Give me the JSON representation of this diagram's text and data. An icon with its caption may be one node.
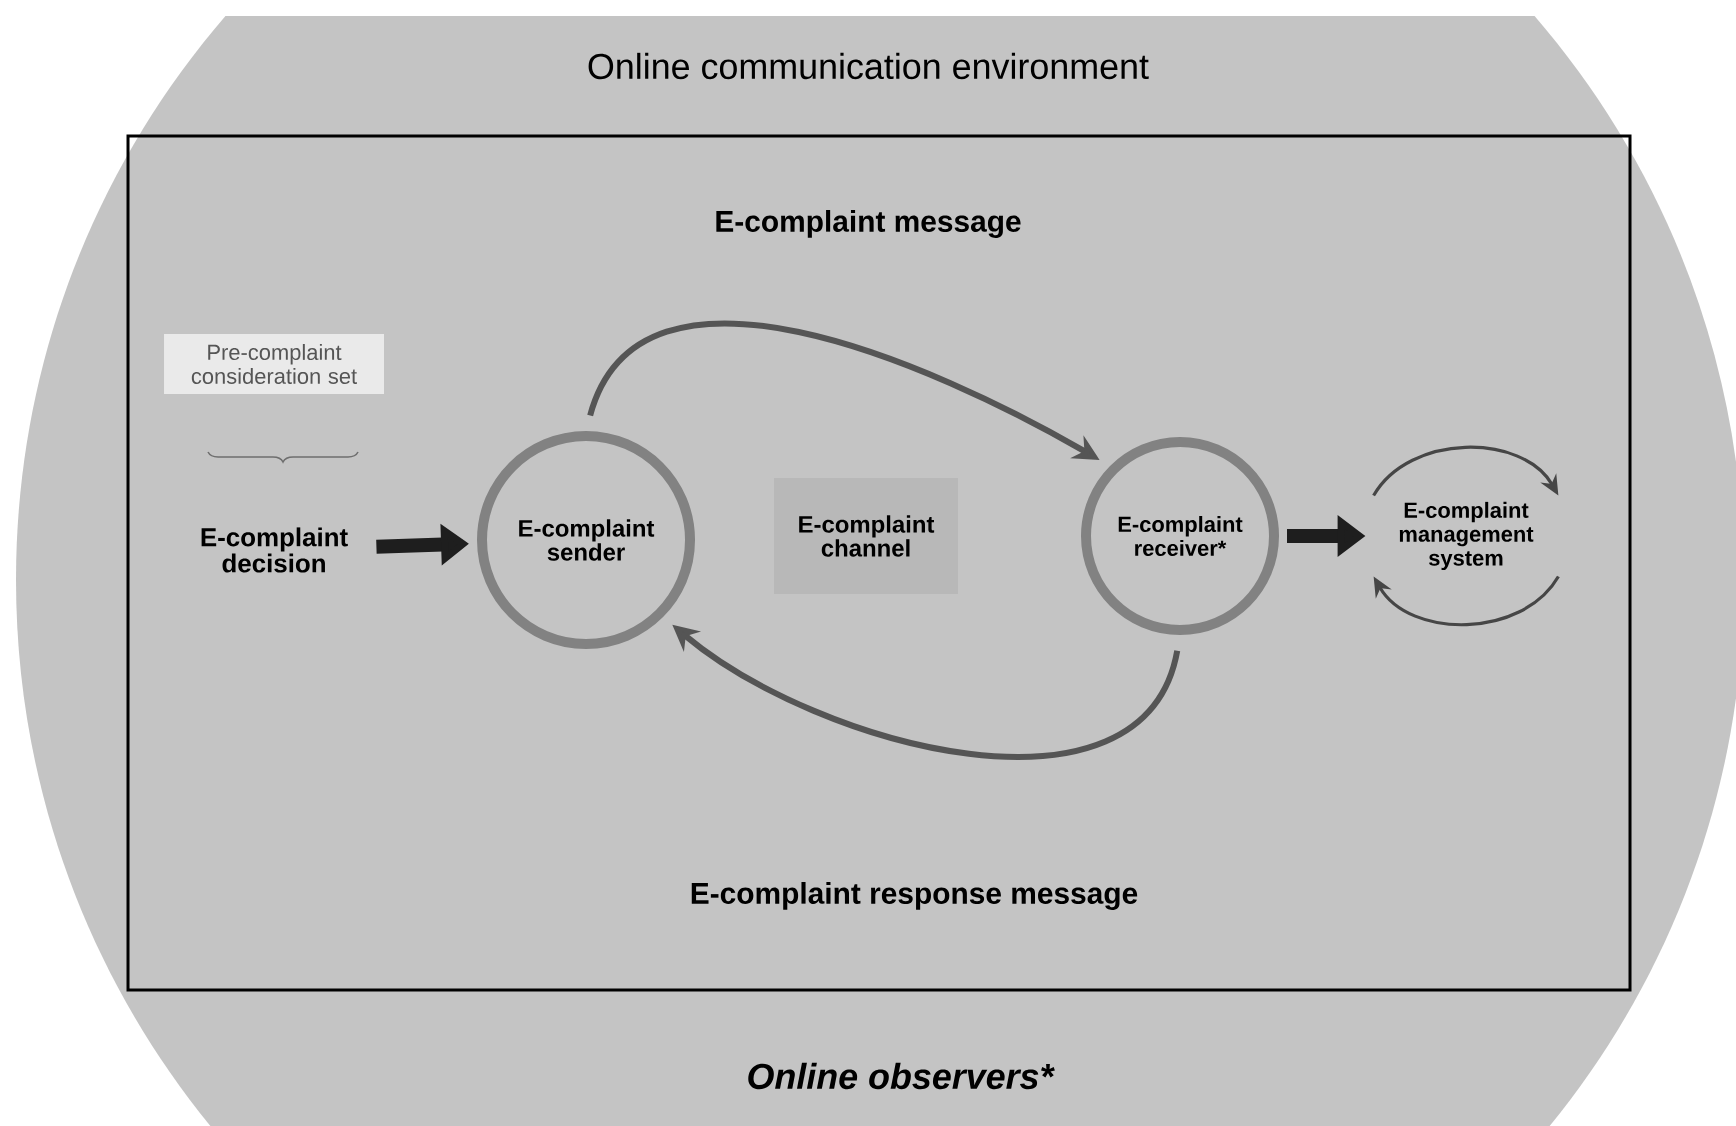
{
  "diagram": {
    "nodes": [
      {
        "text": [
          "Online communication environment",
          "Online observers*"
        ]
      },
      {
        "text": [],
        "shape": "box",
        "in": 0
      },
      {
        "text": [
          "Pre-complaint consideration set"
        ],
        "in": 1
      },
      {
        "text": [
          "E-complaint decision"
        ],
        "in": 1
      },
      {
        "text": [
          "E-complaint sender"
        ],
        "in": 1
      },
      {
        "text": [
          "E-complaint channel"
        ],
        "in": 1
      },
      {
        "text": [
          "E-complaint receiver*"
        ],
        "in": 1
      },
      {
        "text": [
          "E-complaint management system"
        ],
        "in": 1
      }
    ],
    "edges": [
      {
        "from": 3,
        "to": 4,
        "arrow": "to",
        "style": "thick"
      },
      {
        "from": 4,
        "to": 6,
        "arrow": "to",
        "label": "E-complaint message"
      },
      {
        "from": 6,
        "to": 4,
        "arrow": "to",
        "label": "E-complaint response message"
      },
      {
        "from": 6,
        "to": 7,
        "arrow": "to",
        "style": "thick"
      }
    ]
  }
}
